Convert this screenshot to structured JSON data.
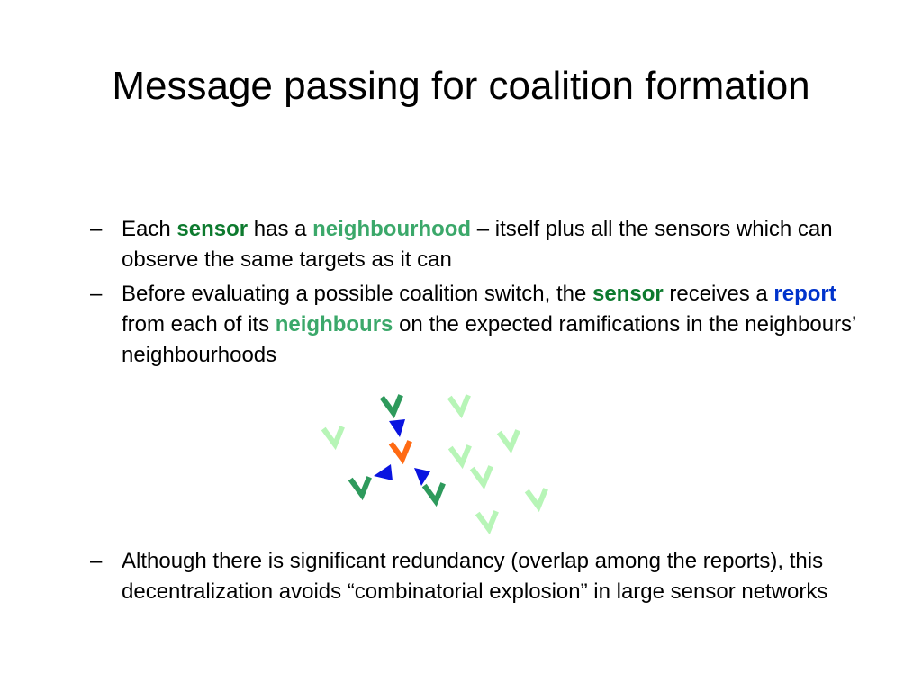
{
  "slide": {
    "title": "Message passing for coalition formation",
    "bullet1": {
      "dash": "–",
      "t1": "Each ",
      "k1": "sensor",
      "t2": " has a ",
      "k2": "neighbourhood",
      "t3": " – itself plus all the sensors which can observe the same targets as it can"
    },
    "bullet2": {
      "dash": "–",
      "t1": "Before evaluating a possible coalition switch, the ",
      "k1": "sensor",
      "t2": " receives a ",
      "k2": "report",
      "t3": " from each of its ",
      "k3": "neighbours",
      "t4": " on the expected ramifications in the neighbours’ neighbourhoods"
    },
    "bullet3": {
      "dash": "–",
      "t1": "Although there is significant redundancy (overlap among the reports), this decentralization avoids “combinatorial explosion” in large sensor networks"
    }
  },
  "colors": {
    "center_sensor": "#ff6a13",
    "neighbour_sensor": "#2e9a5c",
    "other_sensor": "#b7f5b7",
    "message_arrow": "#0a14e0"
  },
  "diagram": {
    "center": {
      "role": "center_sensor"
    },
    "neighbours": [
      {
        "role": "neighbour_sensor"
      },
      {
        "role": "neighbour_sensor"
      },
      {
        "role": "neighbour_sensor"
      }
    ],
    "others": [
      {
        "role": "other_sensor"
      },
      {
        "role": "other_sensor"
      },
      {
        "role": "other_sensor"
      },
      {
        "role": "other_sensor"
      },
      {
        "role": "other_sensor"
      },
      {
        "role": "other_sensor"
      },
      {
        "role": "other_sensor"
      }
    ],
    "arrows": [
      {
        "role": "message_arrow"
      },
      {
        "role": "message_arrow"
      },
      {
        "role": "message_arrow"
      }
    ]
  }
}
